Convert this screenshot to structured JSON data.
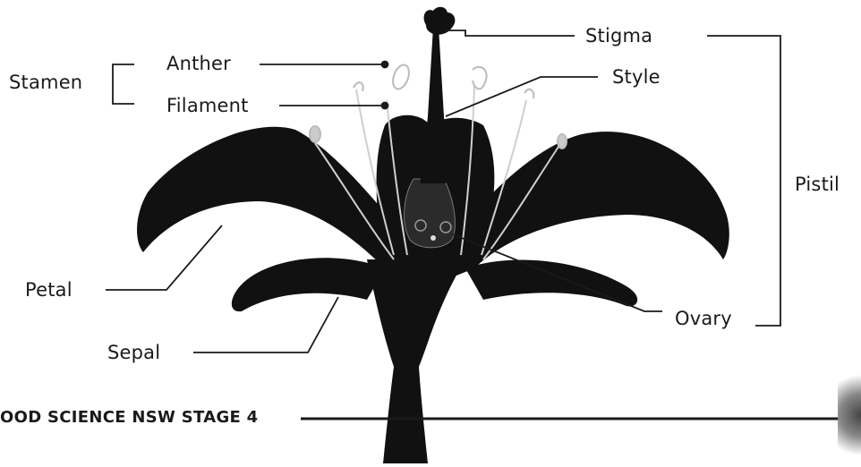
{
  "diagram": {
    "labels": {
      "stamen": "Stamen",
      "anther": "Anther",
      "filament": "Filament",
      "stigma": "Stigma",
      "style": "Style",
      "pistil": "Pistil",
      "petal": "Petal",
      "sepal": "Sepal",
      "ovary": "Ovary"
    },
    "footer": "OOD SCIENCE NSW STAGE 4"
  },
  "colors": {
    "flower": "#111111",
    "lines": "#1a1a1a",
    "background": "#ffffff"
  }
}
